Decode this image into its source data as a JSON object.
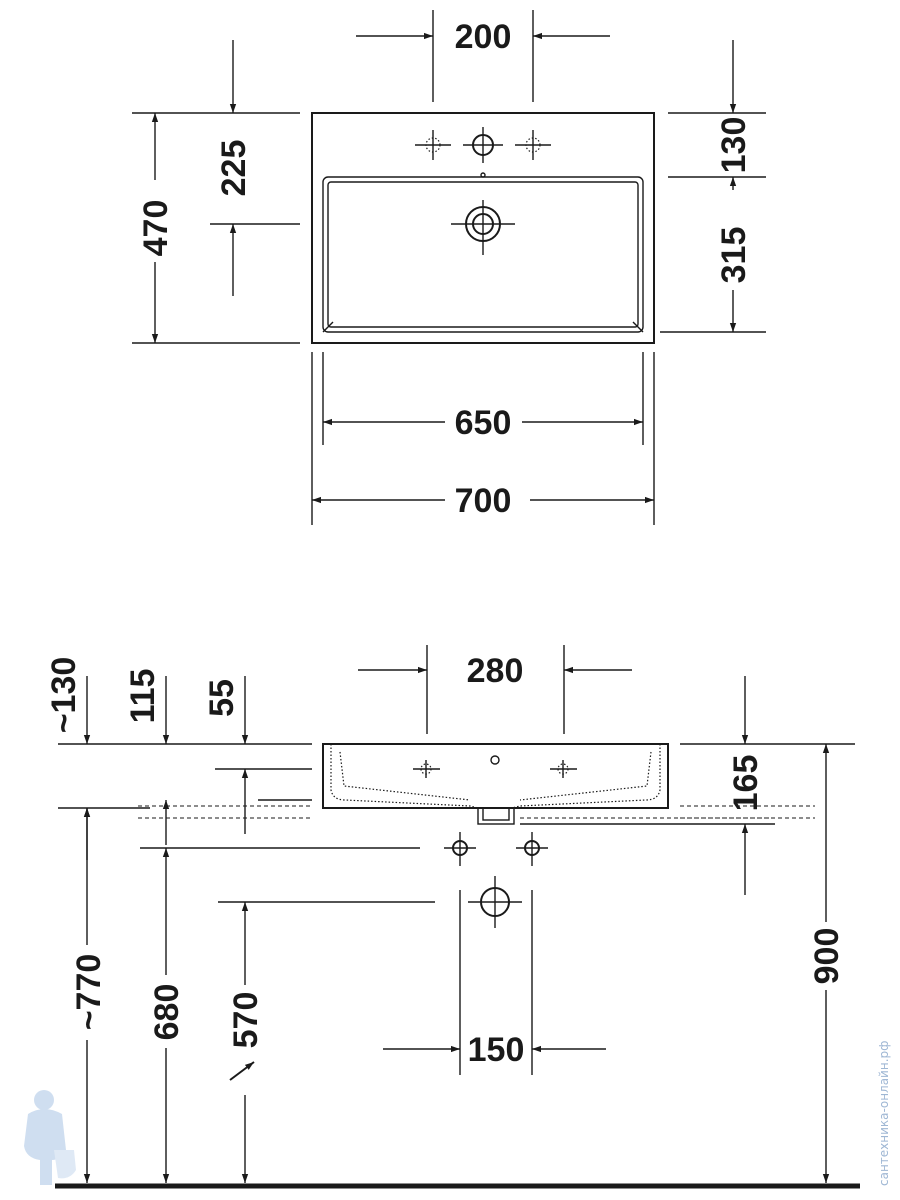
{
  "top_view": {
    "dims": {
      "tap_spacing": "200",
      "depth_total": "470",
      "to_drain": "225",
      "rim_back": "130",
      "bowl_depth": "315",
      "bowl_width": "650",
      "total_width": "700"
    }
  },
  "front_view": {
    "dims": {
      "rim_to_tap": "~130",
      "rim_to_drain_top": "115",
      "rim_to_overflow": "55",
      "trap_width": "280",
      "basin_height": "165",
      "height_770": "~770",
      "height_680": "680",
      "height_570": "570",
      "outlet_spacing": "150",
      "height_900": "900"
    }
  },
  "watermark": {
    "text": "сантехника-онлайн.рф"
  }
}
